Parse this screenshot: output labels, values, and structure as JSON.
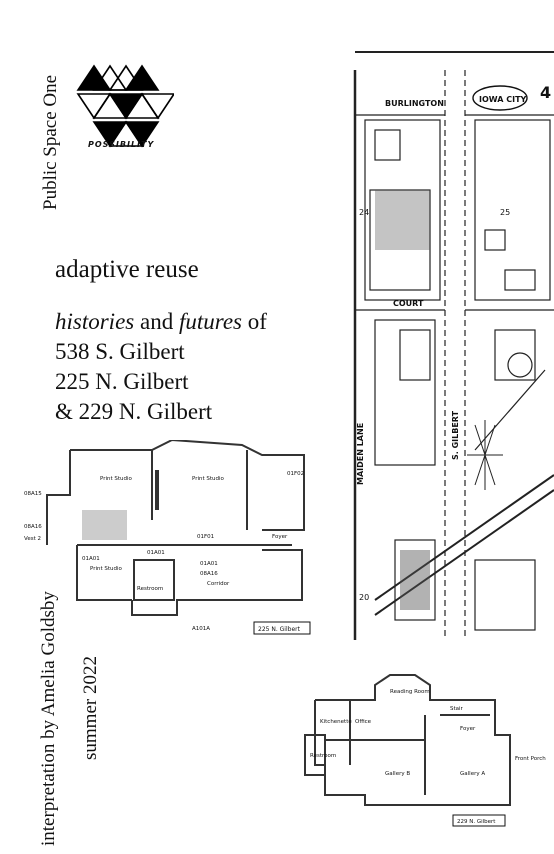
{
  "organization": "Public Space One",
  "logo": {
    "tagline": "POSSIBILITY",
    "icon": "triangle-lattice-logo"
  },
  "title": "adaptive reuse",
  "subtitle": {
    "word1": "histories",
    "and": "and",
    "word2": "futures",
    "of": "of",
    "addresses": [
      "538 S. Gilbert",
      "225 N. Gilbert",
      "& 229 N. Gilbert"
    ]
  },
  "credit": "interpretation by Amelia Goldsby",
  "date": "summer 2022",
  "map": {
    "street_top": "BURLINGTON",
    "badge": "IOWA CITY",
    "sheet_number": "4",
    "court": "COURT",
    "maiden_lane": "MAIDEN LANE",
    "gilbert": "S. GILBERT",
    "block_numbers": [
      "25",
      "24",
      "20"
    ]
  },
  "plan1": {
    "rooms": [
      "Print Studio",
      "Print Studio",
      "Print Studio",
      "Foyer",
      "Restroom",
      "Corridor"
    ],
    "codes": [
      "08A15",
      "08A16",
      "01F02",
      "01F01",
      "01A01",
      "01A01",
      "01A01",
      "08A16",
      "A101A"
    ],
    "misc": [
      "Vest 2"
    ],
    "caption": "225 N. Gilbert"
  },
  "plan2": {
    "rooms": [
      "Reading Room",
      "Kitchenette",
      "Office",
      "Foyer",
      "Restroom",
      "Gallery B",
      "Gallery A",
      "Front Porch",
      "Stair"
    ],
    "caption": "229 N. Gilbert"
  }
}
